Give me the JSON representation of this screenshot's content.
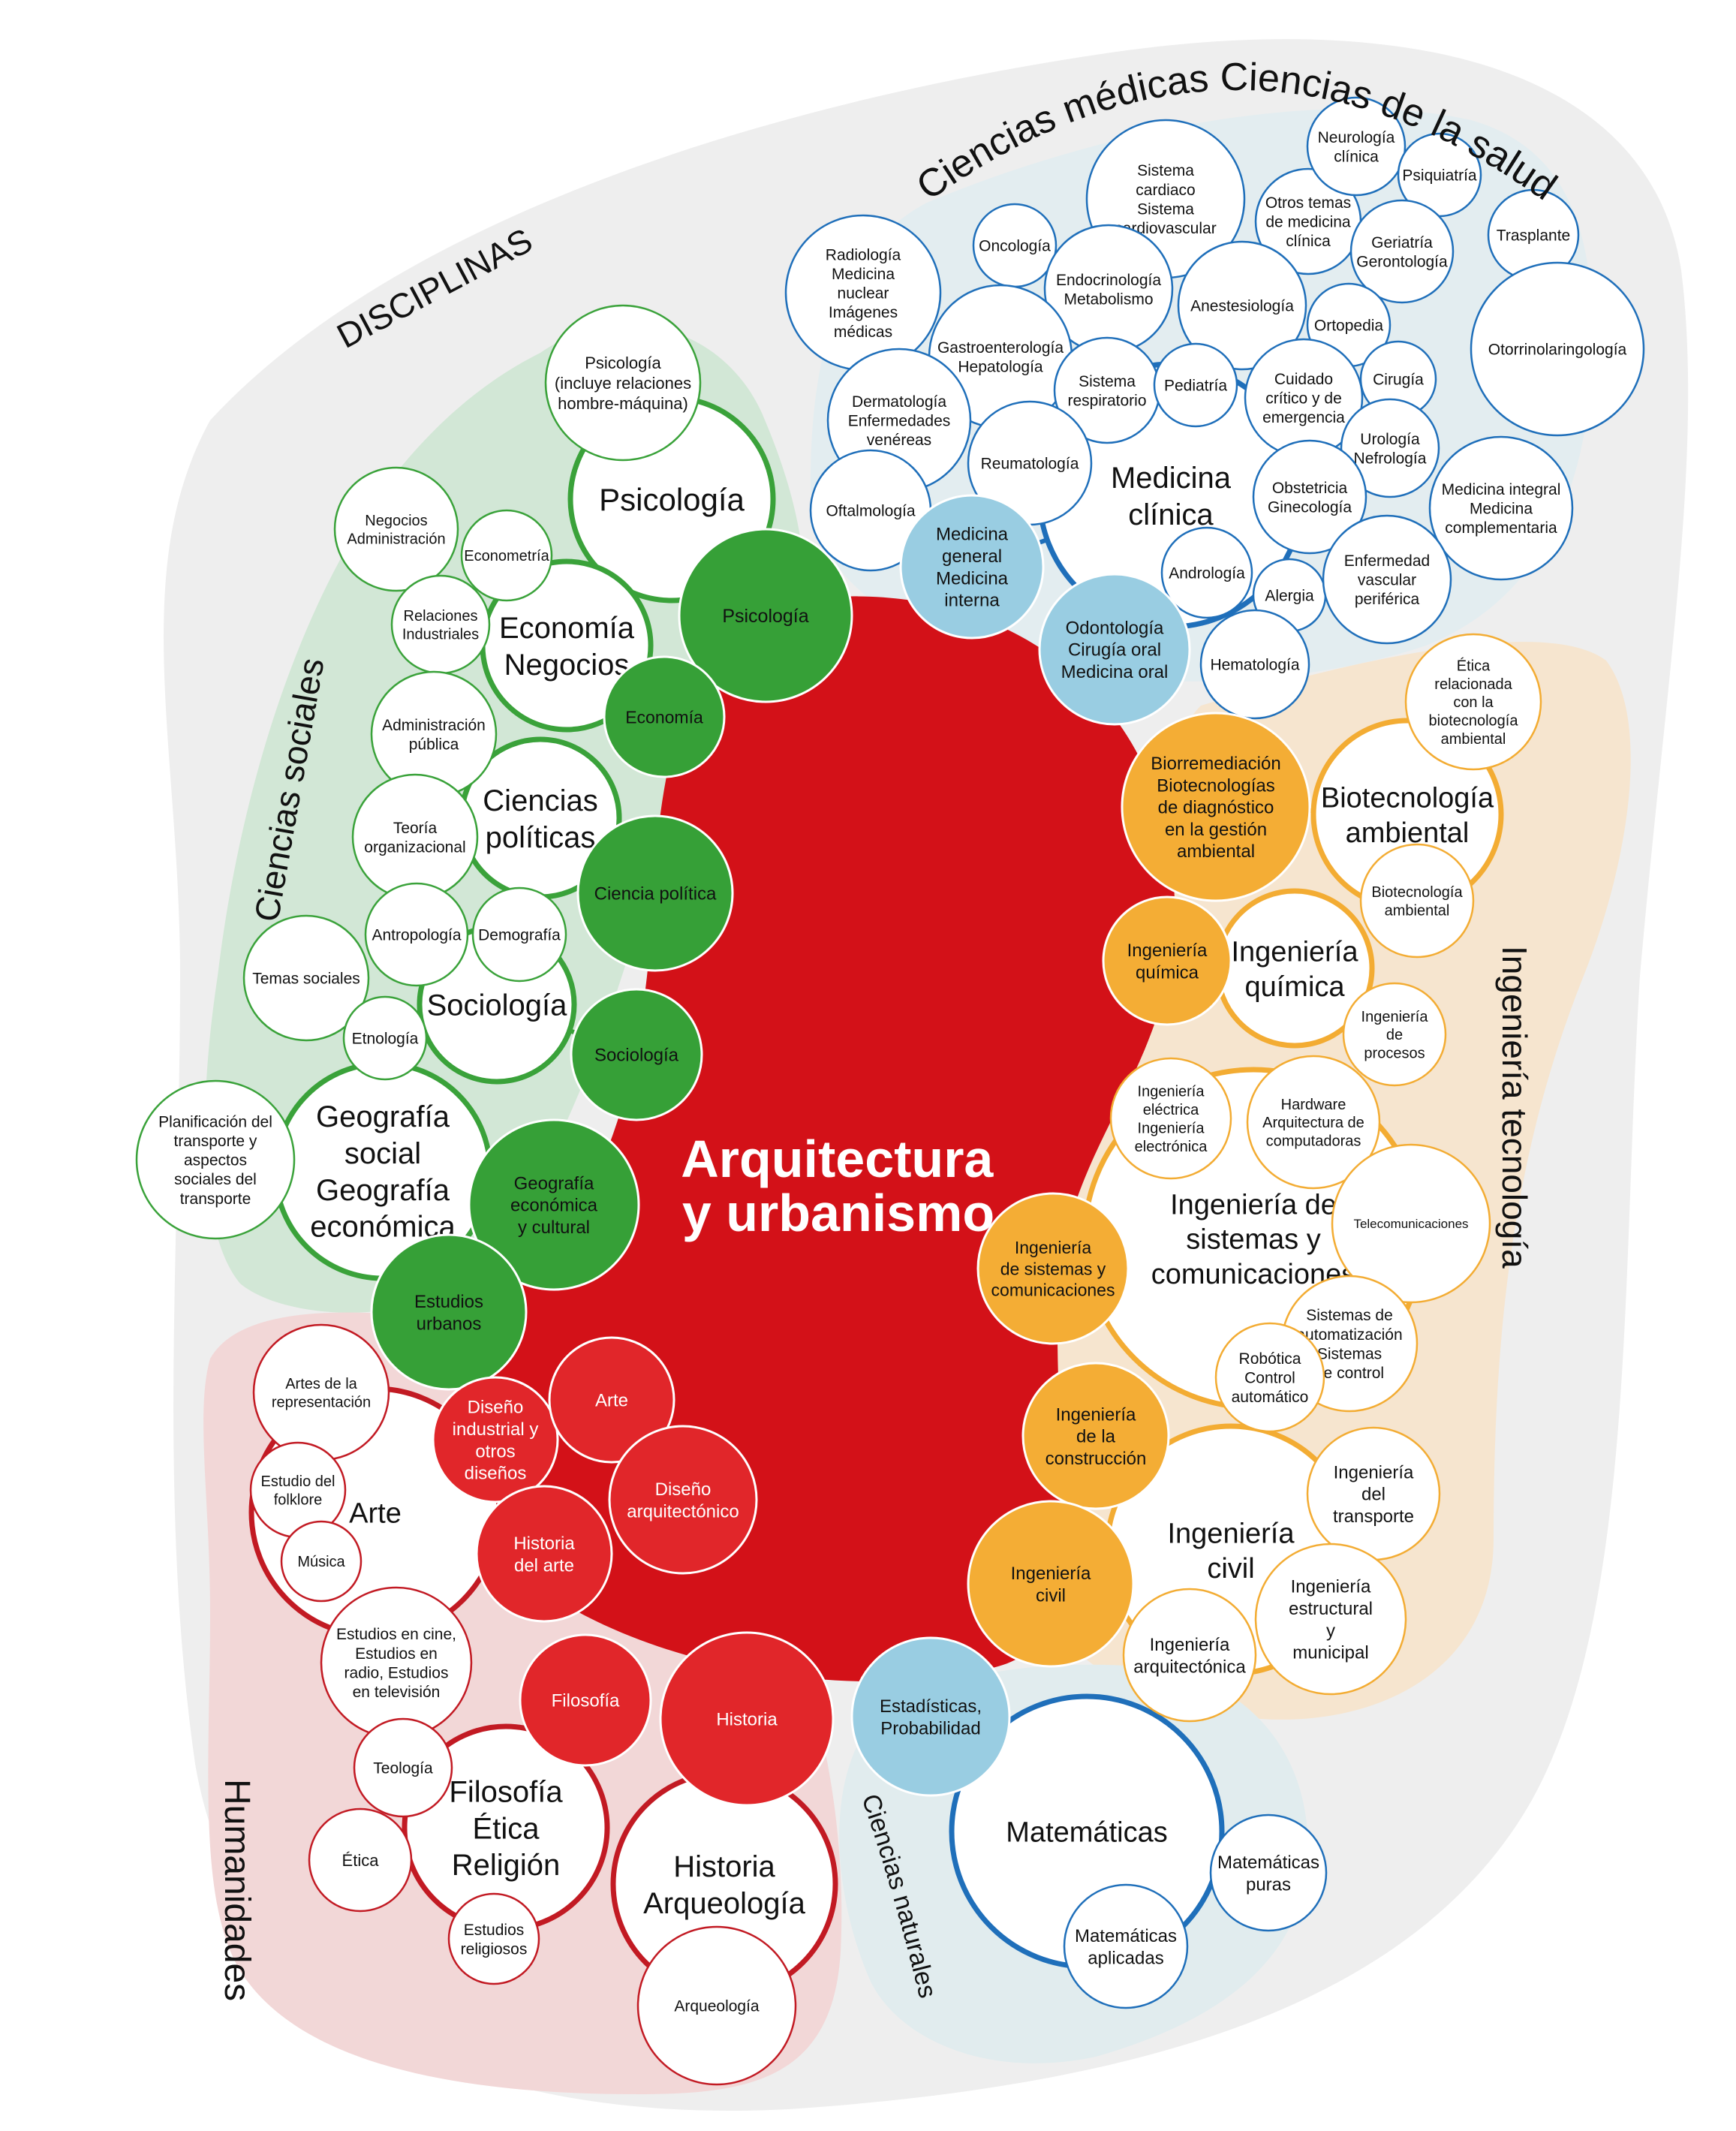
{
  "colors": {
    "outer_region": "#eeeeee",
    "center": "#d31118",
    "social_region": "#d2e7d6",
    "social_stroke": "#3aa23a",
    "social_fill": "#36a037",
    "medical_region": "#e3edf0",
    "medical_stroke": "#1f6fba",
    "medical_fill": "#99cde2",
    "tech_region": "#f6e5cf",
    "tech_stroke": "#f3ac33",
    "tech_fill": "#f4ad35",
    "hum_region": "#f2d7d7",
    "hum_stroke": "#c21a23",
    "hum_fill": "#e1262a",
    "nat_region": "#e1ecee",
    "nat_stroke": "#1f6fba",
    "nat_fill": "#99cde2"
  },
  "center_lines": [
    "Arquitectura",
    "y urbanismo"
  ],
  "labels": {
    "disciplinas": "DISCIPLINAS",
    "ciencias_sociales": "Ciencias sociales",
    "ciencias_medicas": "Ciencias médicas Ciencias de la salud",
    "ingenieria": "Ingeniería tecnología",
    "humanidades": "Humanidades",
    "naturales": "Ciencias naturales"
  },
  "nodes": [
    {
      "id": "psi-top",
      "group": "social",
      "style": "outline",
      "lines": [
        "Psicología",
        "(incluye relaciones",
        "hombre-máquina)"
      ]
    },
    {
      "id": "psi-main",
      "group": "social",
      "style": "main",
      "lines": [
        "Psicología"
      ]
    },
    {
      "id": "psi-dot",
      "group": "social",
      "style": "filled",
      "lines": [
        "Psicología"
      ]
    },
    {
      "id": "neg-adm",
      "group": "social",
      "style": "outline",
      "lines": [
        "Negocios",
        "Administración"
      ]
    },
    {
      "id": "econometria",
      "group": "social",
      "style": "outline",
      "lines": [
        "Econometría"
      ]
    },
    {
      "id": "rel-ind",
      "group": "social",
      "style": "outline",
      "lines": [
        "Relaciones",
        "Industriales"
      ]
    },
    {
      "id": "eco-main",
      "group": "social",
      "style": "main",
      "lines": [
        "Economía",
        "Negocios"
      ]
    },
    {
      "id": "eco-dot",
      "group": "social",
      "style": "filled",
      "lines": [
        "Economía"
      ]
    },
    {
      "id": "adm-pub",
      "group": "social",
      "style": "outline",
      "lines": [
        "Administración",
        "pública"
      ]
    },
    {
      "id": "cp-main",
      "group": "social",
      "style": "main",
      "lines": [
        "Ciencias",
        "políticas"
      ]
    },
    {
      "id": "teoria-org",
      "group": "social",
      "style": "outline",
      "lines": [
        "Teoría",
        "organizacional"
      ]
    },
    {
      "id": "cp-dot",
      "group": "social",
      "style": "filled",
      "lines": [
        "Ciencia política"
      ]
    },
    {
      "id": "antropologia",
      "group": "social",
      "style": "outline",
      "lines": [
        "Antropología"
      ]
    },
    {
      "id": "demografia",
      "group": "social",
      "style": "outline",
      "lines": [
        "Demografía"
      ]
    },
    {
      "id": "temas-soc",
      "group": "social",
      "style": "outline",
      "lines": [
        "Temas sociales"
      ]
    },
    {
      "id": "soc-main",
      "group": "social",
      "style": "main",
      "lines": [
        "Sociología"
      ]
    },
    {
      "id": "etnologia",
      "group": "social",
      "style": "outline",
      "lines": [
        "Etnología"
      ]
    },
    {
      "id": "soc-dot",
      "group": "social",
      "style": "filled",
      "lines": [
        "Sociología"
      ]
    },
    {
      "id": "planif",
      "group": "social",
      "style": "outline",
      "lines": [
        "Planificación del",
        "transporte y",
        "aspectos",
        "sociales del",
        "transporte"
      ]
    },
    {
      "id": "geo-main",
      "group": "social",
      "style": "main",
      "lines": [
        "Geografía",
        "social",
        "Geografía",
        "económica"
      ]
    },
    {
      "id": "geo-dot",
      "group": "social",
      "style": "filled",
      "lines": [
        "Geografía",
        "económica",
        "y cultural"
      ]
    },
    {
      "id": "urb-dot",
      "group": "social",
      "style": "filled",
      "lines": [
        "Estudios",
        "urbanos"
      ]
    },
    {
      "id": "radiologia",
      "group": "medical",
      "style": "outline",
      "lines": [
        "Radiología",
        "Medicina",
        "nuclear",
        "Imágenes",
        "médicas"
      ]
    },
    {
      "id": "oncologia",
      "group": "medical",
      "style": "outline",
      "lines": [
        "Oncología"
      ]
    },
    {
      "id": "sist-card",
      "group": "medical",
      "style": "outline",
      "lines": [
        "Sistema",
        "cardiaco",
        "Sistema",
        "cardiovascular"
      ]
    },
    {
      "id": "otros-temas",
      "group": "medical",
      "style": "outline",
      "lines": [
        "Otros temas",
        "de medicina",
        "clínica"
      ]
    },
    {
      "id": "neurologia",
      "group": "medical",
      "style": "outline",
      "lines": [
        "Neurología",
        "clínica"
      ]
    },
    {
      "id": "psiquiatria",
      "group": "medical",
      "style": "outline",
      "lines": [
        "Psiquiatría"
      ]
    },
    {
      "id": "geriatria",
      "group": "medical",
      "style": "outline",
      "lines": [
        "Geriatría",
        "Gerontología"
      ]
    },
    {
      "id": "trasplante",
      "group": "medical",
      "style": "outline",
      "lines": [
        "Trasplante"
      ]
    },
    {
      "id": "endocrino",
      "group": "medical",
      "style": "outline",
      "lines": [
        "Endocrinología",
        "Metabolismo"
      ]
    },
    {
      "id": "anestesio",
      "group": "medical",
      "style": "outline",
      "lines": [
        "Anestesiología"
      ]
    },
    {
      "id": "gastro",
      "group": "medical",
      "style": "outline",
      "lines": [
        "Gastroenterología",
        "Hepatología"
      ]
    },
    {
      "id": "ortopedia",
      "group": "medical",
      "style": "outline",
      "lines": [
        "Ortopedia"
      ]
    },
    {
      "id": "otorrino",
      "group": "medical",
      "style": "outline",
      "lines": [
        "Otorrinolaringología"
      ]
    },
    {
      "id": "dermato",
      "group": "medical",
      "style": "outline",
      "lines": [
        "Dermatología",
        "Enfermedades",
        "venéreas"
      ]
    },
    {
      "id": "sist-resp",
      "group": "medical",
      "style": "outline",
      "lines": [
        "Sistema",
        "respiratorio"
      ]
    },
    {
      "id": "pediatria",
      "group": "medical",
      "style": "outline",
      "lines": [
        "Pediatría"
      ]
    },
    {
      "id": "cuidado",
      "group": "medical",
      "style": "outline",
      "lines": [
        "Cuidado",
        "crítico y de",
        "emergencia"
      ]
    },
    {
      "id": "cirugia",
      "group": "medical",
      "style": "outline",
      "lines": [
        "Cirugía"
      ]
    },
    {
      "id": "reumato",
      "group": "medical",
      "style": "outline",
      "lines": [
        "Reumatología"
      ]
    },
    {
      "id": "med-clin",
      "group": "medical",
      "style": "main",
      "lines": [
        "Medicina",
        "clínica"
      ]
    },
    {
      "id": "urologia",
      "group": "medical",
      "style": "outline",
      "lines": [
        "Urología",
        "Nefrología"
      ]
    },
    {
      "id": "oftalmo",
      "group": "medical",
      "style": "outline",
      "lines": [
        "Oftalmología"
      ]
    },
    {
      "id": "obstetricia",
      "group": "medical",
      "style": "outline",
      "lines": [
        "Obstetricia",
        "Ginecología"
      ]
    },
    {
      "id": "med-integral",
      "group": "medical",
      "style": "outline",
      "lines": [
        "Medicina integral",
        "Medicina",
        "complementaria"
      ]
    },
    {
      "id": "med-gen",
      "group": "medical",
      "style": "filled",
      "lines": [
        "Medicina",
        "general",
        "Medicina",
        "interna"
      ]
    },
    {
      "id": "andrologia",
      "group": "medical",
      "style": "outline",
      "lines": [
        "Andrología"
      ]
    },
    {
      "id": "alergia",
      "group": "medical",
      "style": "outline",
      "lines": [
        "Alergia"
      ]
    },
    {
      "id": "enf-vasc",
      "group": "medical",
      "style": "outline",
      "lines": [
        "Enfermedad",
        "vascular",
        "periférica"
      ]
    },
    {
      "id": "odonto",
      "group": "medical",
      "style": "filled",
      "lines": [
        "Odontología",
        "Cirugía oral",
        "Medicina oral"
      ]
    },
    {
      "id": "hemato",
      "group": "medical",
      "style": "outline",
      "lines": [
        "Hematología"
      ]
    },
    {
      "id": "etica-bio",
      "group": "tech",
      "style": "outline",
      "lines": [
        "Ética",
        "relacionada",
        "con la",
        "biotecnología",
        "ambiental"
      ]
    },
    {
      "id": "biorrem",
      "group": "tech",
      "style": "filled",
      "lines": [
        "Biorremediación",
        "Biotecnologías",
        "de diagnóstico",
        "en la gestión",
        "ambiental"
      ]
    },
    {
      "id": "biotec-main",
      "group": "tech",
      "style": "main",
      "lines": [
        "Biotecnología",
        "ambiental"
      ]
    },
    {
      "id": "biotec-sub",
      "group": "tech",
      "style": "outline",
      "lines": [
        "Biotecnología",
        "ambiental"
      ]
    },
    {
      "id": "iq-dot",
      "group": "tech",
      "style": "filled",
      "lines": [
        "Ingeniería",
        "química"
      ]
    },
    {
      "id": "iq-main",
      "group": "tech",
      "style": "main",
      "lines": [
        "Ingeniería",
        "química"
      ]
    },
    {
      "id": "iq-proc",
      "group": "tech",
      "style": "outline",
      "lines": [
        "Ingeniería",
        "de",
        "procesos"
      ]
    },
    {
      "id": "ie-elec",
      "group": "tech",
      "style": "outline",
      "lines": [
        "Ingeniería",
        "eléctrica",
        "Ingeniería",
        "electrónica"
      ]
    },
    {
      "id": "hardware",
      "group": "tech",
      "style": "outline",
      "lines": [
        "Hardware",
        "Arquitectura  de",
        "computadoras"
      ]
    },
    {
      "id": "telecom",
      "group": "tech",
      "style": "outline",
      "lines": [
        "Telecomunicaciones"
      ]
    },
    {
      "id": "isc-main",
      "group": "tech",
      "style": "main",
      "lines": [
        "Ingeniería de",
        "sistemas y",
        "comunicaciones"
      ]
    },
    {
      "id": "isc-dot",
      "group": "tech",
      "style": "filled",
      "lines": [
        "Ingeniería",
        "de sistemas y",
        "comunicaciones"
      ]
    },
    {
      "id": "automat",
      "group": "tech",
      "style": "outline",
      "lines": [
        "Sistemas de",
        "automatización",
        "Sistemas",
        "de control"
      ]
    },
    {
      "id": "robotica",
      "group": "tech",
      "style": "outline",
      "lines": [
        "Robótica",
        "Control",
        "automático"
      ]
    },
    {
      "id": "icons-dot",
      "group": "tech",
      "style": "filled",
      "lines": [
        "Ingeniería",
        "de la",
        "construcción"
      ]
    },
    {
      "id": "ic-main",
      "group": "tech",
      "style": "main",
      "lines": [
        "Ingeniería",
        "civil"
      ]
    },
    {
      "id": "ic-transp",
      "group": "tech",
      "style": "outline",
      "lines": [
        "Ingeniería",
        "del",
        "transporte"
      ]
    },
    {
      "id": "ic-dot",
      "group": "tech",
      "style": "filled",
      "lines": [
        "Ingeniería",
        "civil"
      ]
    },
    {
      "id": "ic-estruct",
      "group": "tech",
      "style": "outline",
      "lines": [
        "Ingeniería",
        "estructural",
        "y",
        "municipal"
      ]
    },
    {
      "id": "ic-arq",
      "group": "tech",
      "style": "outline",
      "lines": [
        "Ingeniería",
        "arquitectónica"
      ]
    },
    {
      "id": "artes-rep",
      "group": "hum",
      "style": "outline",
      "lines": [
        "Artes de la",
        "representación"
      ]
    },
    {
      "id": "arte-main",
      "group": "hum",
      "style": "main",
      "lines": [
        "Arte"
      ]
    },
    {
      "id": "folklore",
      "group": "hum",
      "style": "outline",
      "lines": [
        "Estudio del",
        "folklore"
      ]
    },
    {
      "id": "musica",
      "group": "hum",
      "style": "outline",
      "lines": [
        "Música"
      ]
    },
    {
      "id": "cine",
      "group": "hum",
      "style": "outline",
      "lines": [
        "Estudios en cine,",
        "Estudios en",
        "radio, Estudios",
        "en televisión"
      ]
    },
    {
      "id": "diseno-ind",
      "group": "hum",
      "style": "filled",
      "lines": [
        "Diseño",
        "industrial y",
        "otros",
        "diseños"
      ]
    },
    {
      "id": "arte-dot",
      "group": "hum",
      "style": "filled",
      "lines": [
        "Arte"
      ]
    },
    {
      "id": "diseno-arq",
      "group": "hum",
      "style": "filled",
      "lines": [
        "Diseño",
        "arquitectónico"
      ]
    },
    {
      "id": "hist-arte",
      "group": "hum",
      "style": "filled",
      "lines": [
        "Historia",
        "del arte"
      ]
    },
    {
      "id": "filo-dot",
      "group": "hum",
      "style": "filled",
      "lines": [
        "Filosofía"
      ]
    },
    {
      "id": "hist-dot",
      "group": "hum",
      "style": "filled",
      "lines": [
        "Historia"
      ]
    },
    {
      "id": "teologia",
      "group": "hum",
      "style": "outline",
      "lines": [
        "Teología"
      ]
    },
    {
      "id": "filo-main",
      "group": "hum",
      "style": "main",
      "lines": [
        "Filosofía",
        "Ética",
        "Religión"
      ]
    },
    {
      "id": "etica",
      "group": "hum",
      "style": "outline",
      "lines": [
        "Ética"
      ]
    },
    {
      "id": "est-rel",
      "group": "hum",
      "style": "outline",
      "lines": [
        "Estudios",
        "religiosos"
      ]
    },
    {
      "id": "hist-main",
      "group": "hum",
      "style": "main",
      "lines": [
        "Historia",
        "Arqueología"
      ]
    },
    {
      "id": "arqueologia",
      "group": "hum",
      "style": "outline",
      "lines": [
        "Arqueología"
      ]
    },
    {
      "id": "estad-dot",
      "group": "nat",
      "style": "filled",
      "lines": [
        "Estadísticas,",
        "Probabilidad"
      ]
    },
    {
      "id": "mat-main",
      "group": "nat",
      "style": "main",
      "lines": [
        "Matemáticas"
      ]
    },
    {
      "id": "mat-puras",
      "group": "nat",
      "style": "outline",
      "lines": [
        "Matemáticas",
        "puras"
      ]
    },
    {
      "id": "mat-apl",
      "group": "nat",
      "style": "outline",
      "lines": [
        "Matemáticas",
        "aplicadas"
      ]
    }
  ]
}
